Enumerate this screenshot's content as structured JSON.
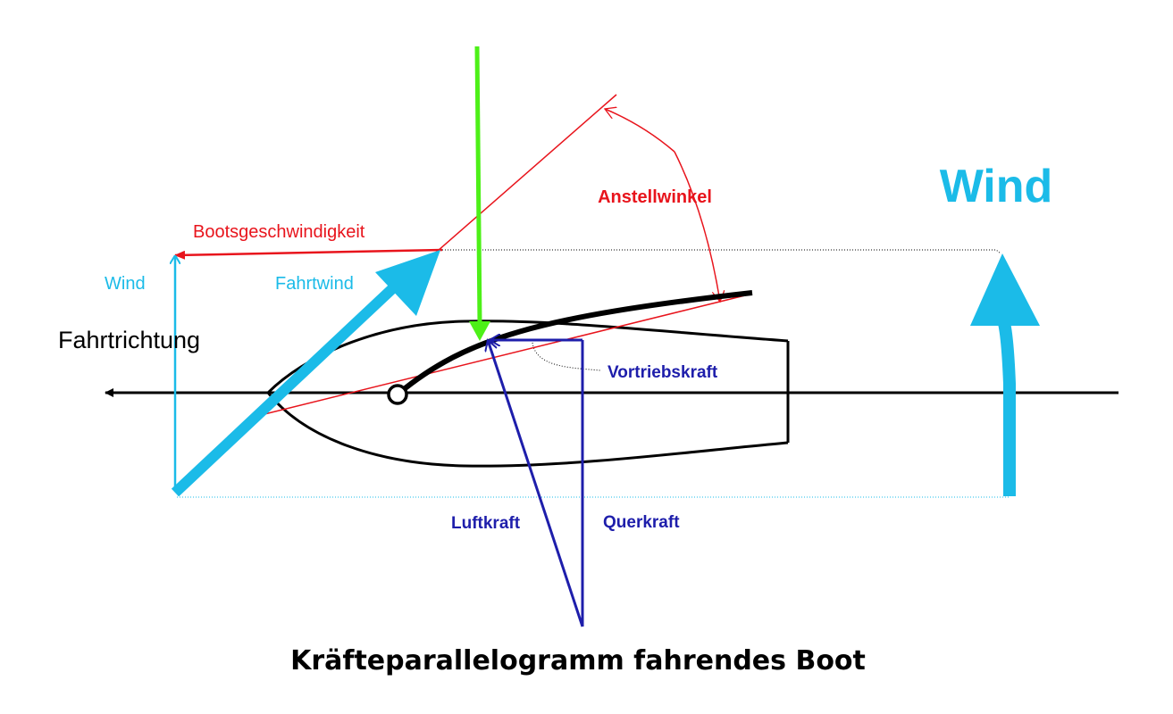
{
  "title": "Kräfteparallelogramm fahrendes Boot",
  "labels": {
    "wind_big": "Wind",
    "wind_small": "Wind",
    "fahrtwind": "Fahrtwind",
    "bootsgeschwindigkeit": "Bootsgeschwindigkeit",
    "anstellwinkel": "Anstellwinkel",
    "fahrtrichtung": "Fahrtrichtung",
    "vortriebskraft": "Vortriebskraft",
    "luftkraft": "Luftkraft",
    "querkraft": "Querkraft"
  },
  "colors": {
    "wind": "#1bbbe8",
    "red": "#e8141c",
    "blue": "#1e1eab",
    "green": "#4df018",
    "black": "#000000"
  }
}
